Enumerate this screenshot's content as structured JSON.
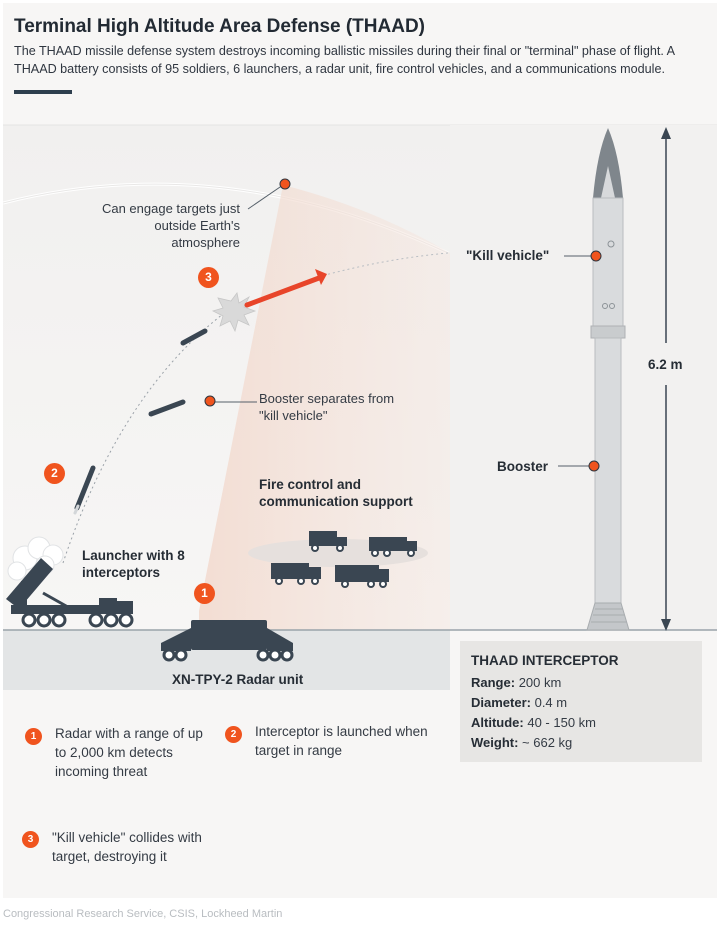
{
  "header": {
    "title": "Terminal High Altitude Area Defense (THAAD)",
    "intro": "The THAAD missile defense system destroys incoming ballistic missiles during their final or \"terminal\" phase of flight. A THAAD battery consists of 95 soldiers, 6 launchers, a radar unit, fire control vehicles, and a communications module."
  },
  "annotations": {
    "atmosphere": "Can engage targets just outside Earth's atmosphere",
    "booster_separates": "Booster separates from \"kill vehicle\"",
    "fire_control": "Fire control and communication support",
    "launcher": "Launcher with 8 interceptors",
    "radar": "XN-TPY-2 Radar unit",
    "kill_vehicle": "\"Kill vehicle\"",
    "booster": "Booster",
    "height": "6.2 m"
  },
  "steps": [
    {
      "num": "1",
      "text": "Radar with a range of up to 2,000 km detects incoming threat"
    },
    {
      "num": "2",
      "text": "Interceptor is launched when target in range"
    },
    {
      "num": "3",
      "text": "\"Kill vehicle\" collides with target, destroying it"
    }
  ],
  "interceptor": {
    "title": "THAAD INTERCEPTOR",
    "specs": [
      {
        "label": "Range:",
        "value": "200 km"
      },
      {
        "label": "Diameter:",
        "value": "0.4 m"
      },
      {
        "label": "Altitude:",
        "value": "40 - 150 km"
      },
      {
        "label": "Weight:",
        "value": "~ 662 kg"
      }
    ]
  },
  "source": "Congressional Research Service, CSIS, Lockheed Martin",
  "colors": {
    "accent": "#f0541e",
    "ink": "#262d35",
    "panel": "#f7f6f5",
    "ground": "#e3e5e6"
  }
}
